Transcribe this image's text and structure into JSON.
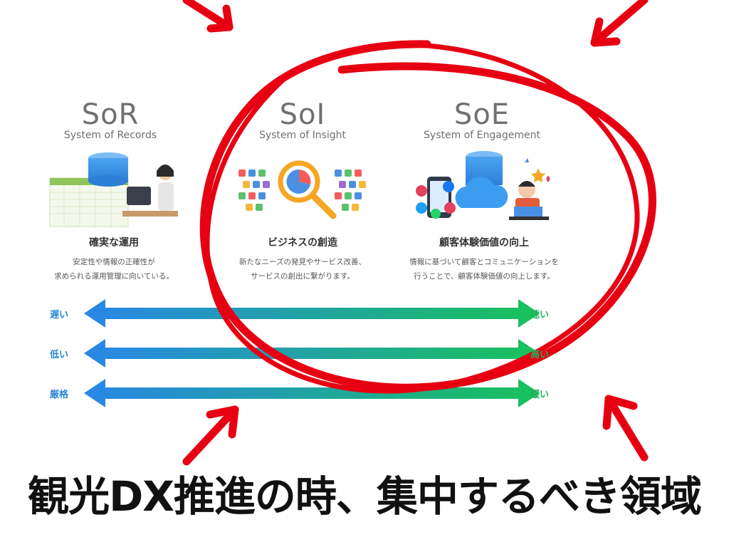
{
  "columns": [
    {
      "title": "SoR",
      "subtitle": "System of Records",
      "heading": "確実な運用",
      "desc_line1": "安定性や情報の正確性が",
      "desc_line2": "求められる運用管理に向いている。"
    },
    {
      "title": "SoI",
      "subtitle": "System of Insight",
      "heading": "ビジネスの創造",
      "desc_line1": "新たなニーズの発見やサービス改善、",
      "desc_line2": "サービスの創出に繋がります。"
    },
    {
      "title": "SoE",
      "subtitle": "System of Engagement",
      "heading": "顧客体験価値の向上",
      "desc_line1": "情報に基づいて顧客とコミュニケーションを",
      "desc_line2": "行うことで、顧客体験価値の向上します。"
    }
  ],
  "axes": [
    {
      "left": "遅い",
      "right": "速い"
    },
    {
      "left": "低い",
      "right": "高い"
    },
    {
      "left": "厳格",
      "right": "緩い"
    }
  ],
  "caption": "観光DX推進の時、集中するべき領域",
  "colors": {
    "arrow_left": "#2a86e8",
    "arrow_right": "#18c25a",
    "annotation": "#e60012"
  },
  "icons": [
    "database-spreadsheet-operator-icon",
    "magnifier-analytics-icon",
    "cloud-social-apps-icon"
  ]
}
